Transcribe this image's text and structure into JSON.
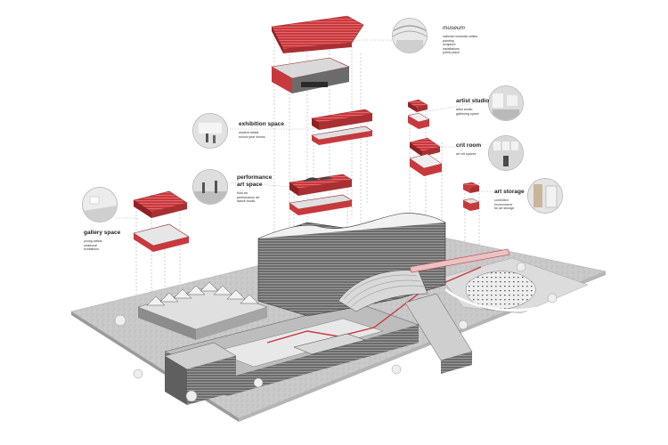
{
  "colors": {
    "accent": "#c8393d",
    "accent_dark": "#8f2125",
    "ground": "#cfcfcf",
    "building": "#7a7a7a",
    "line": "#777777"
  },
  "labels": {
    "museum": {
      "title": "museum",
      "desc": "national romanian artists\npainting\nsculpture\ninstallations\npublic place"
    },
    "artist_studio": {
      "title": "artist studio",
      "desc": "artist studio\ngathering space"
    },
    "exhibition_space": {
      "title": "exhibition space",
      "desc": "student artists\nschool year shows"
    },
    "crit_room": {
      "title": "crit room",
      "desc": "art crit spaces"
    },
    "performance_art_space": {
      "title": "performance\nart space",
      "desc": "fluid art\nperformance art\ndance studio"
    },
    "art_storage": {
      "title": "art storage",
      "desc": "controlled\nenvironment\nfor art storage"
    },
    "gallery_space": {
      "title": "gallery space",
      "desc": "young artists\nrotational\nexhibitions"
    }
  }
}
